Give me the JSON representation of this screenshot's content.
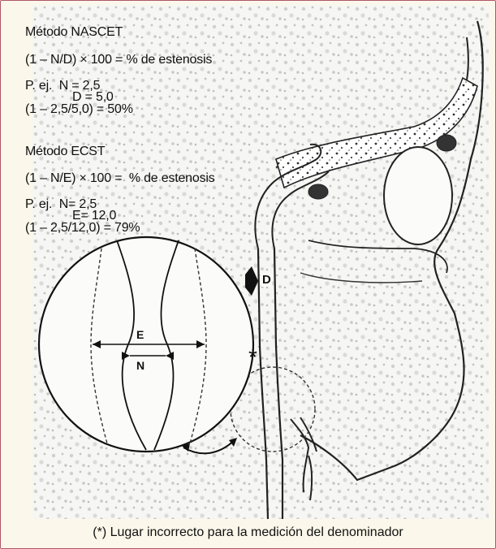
{
  "nascet": {
    "title": "Método NASCET",
    "formula": "(1 – N/D) × 100 = % de estenosis",
    "example_line1": "P. ej.  N = 2,5",
    "example_line2": "D = 5,0",
    "example_line3": "(1 – 2,5/5,0) = 50%"
  },
  "ecst": {
    "title": "Método ECST",
    "formula": "(1 – N/E) × 100 =  % de estenosis",
    "example_line1": "P. ej.  N= 2,5",
    "example_line2": "E= 12,0",
    "example_line3": "(1 – 2,5/12,0) = 79%"
  },
  "diagram_labels": {
    "e": "E",
    "n": "N",
    "d": "D",
    "asterisk": "*"
  },
  "caption": "(*) Lugar incorrecto para la medición del denominador",
  "colors": {
    "frame_border": "#b0566a",
    "frame_background": "#fbf7ea",
    "ink": "#111111"
  }
}
